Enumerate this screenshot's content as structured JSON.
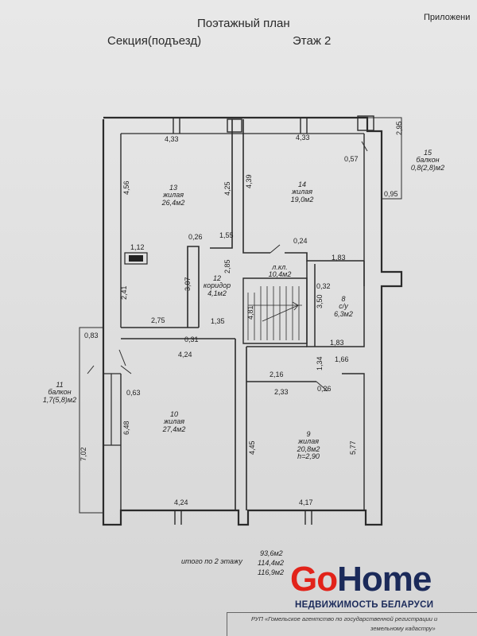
{
  "header": {
    "title": "Поэтажный план",
    "appendix": "Приложени",
    "section_label": "Секция(подъезд)",
    "floor_label": "Этаж 2"
  },
  "rooms": {
    "r13": {
      "number": "13",
      "type": "жилая",
      "area": "26,4м2"
    },
    "r14": {
      "number": "14",
      "type": "жилая",
      "area": "19,0м2"
    },
    "r15": {
      "number": "15",
      "type": "балкон",
      "area": "0,8(2,8)м2"
    },
    "r12": {
      "number": "12",
      "type": "коридор",
      "area": "4,1м2"
    },
    "lk": {
      "number": "л.кл.",
      "area": "10,4м2"
    },
    "r8": {
      "number": "8",
      "type": "с/у",
      "area": "6,3м2"
    },
    "r11": {
      "number": "11",
      "type": "балкон",
      "area": "1,7(5,8)м2"
    },
    "r10": {
      "number": "10",
      "type": "жилая",
      "area": "27,4м2"
    },
    "r9": {
      "number": "9",
      "type": "жилая",
      "area": "20,8м2",
      "height": "h=2,90"
    }
  },
  "dimensions": {
    "d_433a": "4,33",
    "d_433b": "4,33",
    "d_456": "4,56",
    "d_425": "4,25",
    "d_439": "4,39",
    "d_295": "2,95",
    "d_057": "0,57",
    "d_095": "0,95",
    "d_112": "1,12",
    "d_026": "0,26",
    "d_155": "1,55",
    "d_024": "0,24",
    "d_183a": "1,83",
    "d_285": "2,85",
    "d_307": "3,07",
    "d_241": "2,41",
    "d_032": "0,32",
    "d_350": "3,50",
    "d_481": "4,81",
    "d_275": "2,75",
    "d_135": "1,35",
    "d_083": "0,83",
    "d_031": "0,31",
    "d_424a": "4,24",
    "d_183b": "1,83",
    "d_134": "1,34",
    "d_166": "1,66",
    "d_216": "2,16",
    "d_233": "2,33",
    "d_026b": "0,26",
    "d_063": "0,63",
    "d_648": "6,48",
    "d_702": "7,02",
    "d_445": "4,45",
    "d_577": "5,77",
    "d_424b": "4,24",
    "d_417": "4,17"
  },
  "totals": {
    "label": "итого по 2 этажу",
    "v1": "93,6м2",
    "v2": "114,4м2",
    "v3": "116,9м2"
  },
  "brand": {
    "go": "Go",
    "home": "Home",
    "subtitle": "НЕДВИЖИМОСТЬ БЕЛАРУСИ",
    "go_color": "#e2231a",
    "home_color": "#1b2a5a"
  },
  "footer": {
    "line1": "РУП «Гомельское агентство по государственной регистрации и",
    "line2": "земельному кадастру»"
  }
}
